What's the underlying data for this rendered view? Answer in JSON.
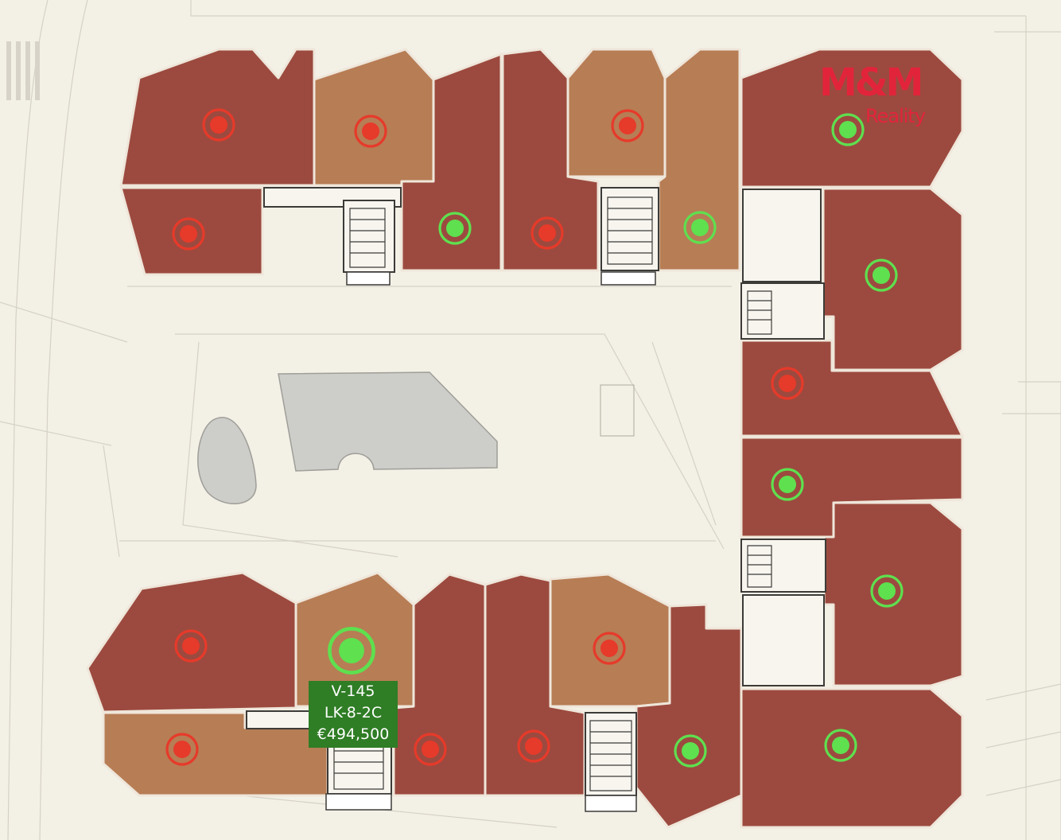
{
  "brand": {
    "name": "M&M",
    "sub": "Reality",
    "color": "#e2243a"
  },
  "colors": {
    "available": "#5ee04f",
    "sold": "#e63a2a",
    "unit_dark": "#9c4a3f",
    "unit_light": "#b77d55",
    "background": "#f3f0e6",
    "tooltip_bg": "#2f7d25"
  },
  "tooltip": {
    "unit_id": "V-145",
    "unit_code": "LK-8-2C",
    "price": "€494,500"
  },
  "units": [
    {
      "id": "u01",
      "status": "sold",
      "tone": "dark"
    },
    {
      "id": "u02",
      "status": "sold",
      "tone": "light"
    },
    {
      "id": "u03",
      "status": "sold",
      "tone": "dark"
    },
    {
      "id": "u04",
      "status": "available",
      "tone": "dark"
    },
    {
      "id": "u05",
      "status": "sold",
      "tone": "dark"
    },
    {
      "id": "u06",
      "status": "sold",
      "tone": "light"
    },
    {
      "id": "u07",
      "status": "available",
      "tone": "light"
    },
    {
      "id": "u08",
      "status": "available",
      "tone": "dark"
    },
    {
      "id": "u09",
      "status": "available",
      "tone": "dark"
    },
    {
      "id": "u10",
      "status": "sold",
      "tone": "dark"
    },
    {
      "id": "u11",
      "status": "available",
      "tone": "dark"
    },
    {
      "id": "u12",
      "status": "available",
      "tone": "dark"
    },
    {
      "id": "u13",
      "status": "sold",
      "tone": "dark"
    },
    {
      "id": "u14",
      "status": "available",
      "tone": "light",
      "selected": true
    },
    {
      "id": "u15",
      "status": "sold",
      "tone": "light"
    },
    {
      "id": "u16",
      "status": "sold",
      "tone": "dark"
    },
    {
      "id": "u17",
      "status": "sold",
      "tone": "dark"
    },
    {
      "id": "u18",
      "status": "sold",
      "tone": "light"
    },
    {
      "id": "u19",
      "status": "available",
      "tone": "dark"
    },
    {
      "id": "u20",
      "status": "available",
      "tone": "dark"
    }
  ]
}
